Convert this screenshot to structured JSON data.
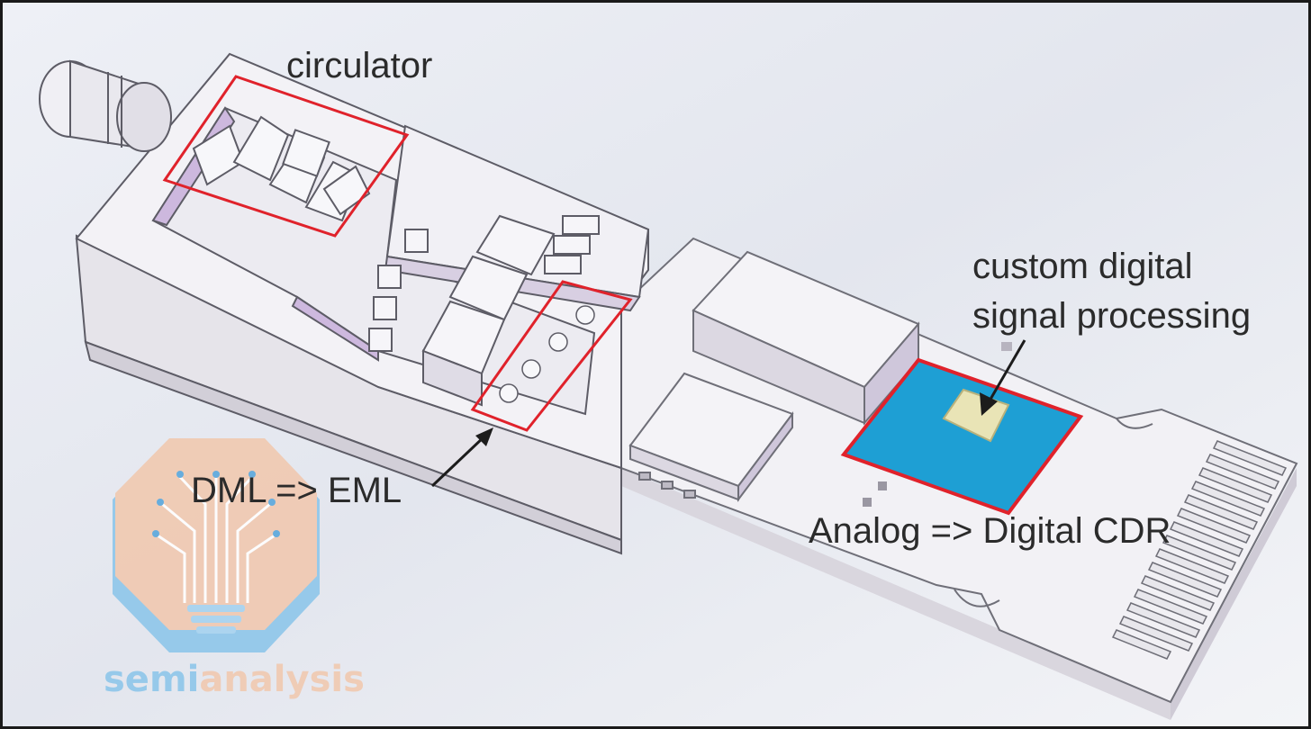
{
  "labels": {
    "circulator": "circulator",
    "dsp_line1": "custom digital",
    "dsp_line2": "signal processing",
    "dml_eml": "DML => EML",
    "analog_digital": "Analog => Digital CDR"
  },
  "watermark": {
    "brand_part1": "semi",
    "brand_part2": "analysis",
    "icon": "circuit-lightbulb-icon"
  },
  "colors": {
    "highlight_box": "#e0222b",
    "dsp_chip": "#1e9fd4",
    "dsp_die": "#e9e4b6",
    "module_body": "#f1f0f3",
    "module_shadow": "#c9b8d8",
    "watermark_peach": "#f1c9b0",
    "watermark_blue": "#8ec6ea"
  }
}
